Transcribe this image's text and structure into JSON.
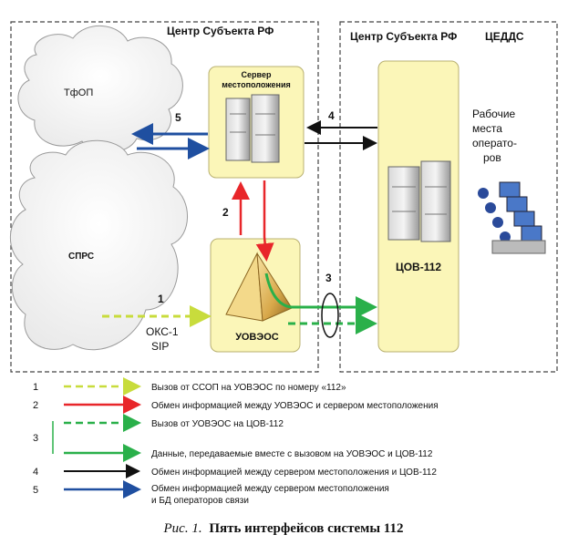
{
  "diagram": {
    "left_region_title": "Центр Субъекта РФ",
    "right_region_title": "Центр Субъекта РФ",
    "right_region_title2": "ЦЕДДС",
    "cloud_top_label": "ТфОП",
    "cloud_bottom_label": "СПРС",
    "server_label_line1": "Сервер",
    "server_label_line2": "местоположения",
    "uvoeos_label": "УОВЭОС",
    "cov_label": "ЦОВ-112",
    "workplaces_line1": "Рабочие",
    "workplaces_line2": "места",
    "workplaces_line3": "операто-",
    "workplaces_line4": "ров",
    "iface_1": "1",
    "iface_1_sub1": "ОКС-1",
    "iface_1_sub2": "SIP",
    "iface_2": "2",
    "iface_3": "3",
    "iface_4": "4",
    "iface_5": "5",
    "colors": {
      "yellow_dashed": "#c8dc3c",
      "red": "#e8262a",
      "green": "#2ab04a",
      "black": "#111111",
      "blue": "#1f4fa0",
      "box_fill": "#fbf6b8"
    }
  },
  "legend": [
    {
      "num": "1",
      "text": "Вызов от ССОП на УОВЭОС по номеру «112»",
      "style": "yellow-dashed"
    },
    {
      "num": "2",
      "text": "Обмен информацией между УОВЭОС и  сервером местоположения",
      "style": "red"
    },
    {
      "num": "3",
      "text": "Вызов от УОВЭОС на ЦОВ-112",
      "style": "green-dashed"
    },
    {
      "num": "",
      "text": "Данные, передаваемые вместе с вызовом на УОВЭОС и ЦОВ-112",
      "style": "green"
    },
    {
      "num": "4",
      "text": "Обмен информацией между сервером  местоположения и  ЦОВ-112",
      "style": "black"
    },
    {
      "num": "5",
      "text": "Обмен информацией между сервером  местоположения",
      "text2": "и БД операторов связи",
      "style": "blue"
    }
  ],
  "caption_prefix": "Рис. 1.",
  "caption_title": "Пять интерфейсов системы 112"
}
